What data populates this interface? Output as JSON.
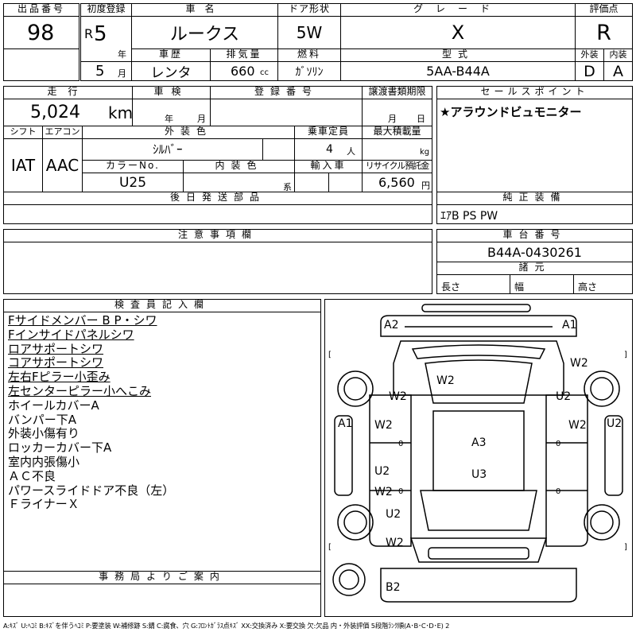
{
  "header": {
    "lot_no_label": "出品番号",
    "lot_no": "98",
    "first_reg_label": "初度登録",
    "era": "R",
    "year": "5",
    "year_unit": "年",
    "month": "5",
    "month_unit": "月",
    "car_name_label": "車名",
    "car_name": "ルークス",
    "door_label": "ドア形状",
    "door": "5W",
    "grade_label": "グレード",
    "grade": "X",
    "score_label": "評価点",
    "score": "R",
    "history_label": "車歴",
    "history": "レンタ",
    "displacement_label": "排気量",
    "displacement": "660",
    "displacement_unit": "cc",
    "fuel_label": "燃料",
    "fuel": "ｶﾞｿﾘﾝ",
    "model_label": "型式",
    "model": "5AA-B44A",
    "exterior_label": "外装",
    "exterior": "D",
    "interior_label": "内装",
    "interior": "A"
  },
  "row2": {
    "mileage_label": "走行",
    "mileage": "5,024",
    "mileage_unit": "km",
    "inspection_label": "車検",
    "inspection_year_unit": "年",
    "inspection_month_unit": "月",
    "reg_no_label": "登録番号",
    "transfer_label": "譲渡書類期限",
    "transfer_month_unit": "月",
    "transfer_day_unit": "日",
    "sales_point_label": "セールスポイント",
    "sales_point": "★アラウンドビュモニター"
  },
  "row3": {
    "shift_label": "シフト",
    "shift": "IAT",
    "ac_label": "エアコン",
    "ac": "AAC",
    "color_label": "外装色",
    "color": "ｼﾙﾊﾞｰ",
    "capacity_label": "乗車定員",
    "capacity": "4",
    "capacity_unit": "人",
    "max_load_label": "最大積載量",
    "max_load_unit": "kg",
    "color_no_label": "カラーNo.",
    "color_no": "U25",
    "interior_color_label": "内装色",
    "interior_color_unit": "系",
    "import_label": "輸入車",
    "recycle_label": "リサイクル預託金",
    "recycle": "6,560",
    "recycle_unit": "円"
  },
  "later_parts_label": "後日発送部品",
  "genuine_equipment_label": "純正装備",
  "genuine_equipment": "ｴｱB PS PW",
  "caution_label": "注意事項欄",
  "chassis_label": "車台番号",
  "chassis_no": "B44A-0430261",
  "spec_label": "諸元",
  "length_label": "長さ",
  "width_label": "幅",
  "height_label": "高さ",
  "inspector_label": "検査員記入欄",
  "inspector_notes": [
    "Fサイドメンバー B P・シワ",
    "Fインサイドパネルシワ",
    "ロアサポートシワ",
    "コアサポートシワ",
    "左右Fピラー小歪み",
    "左センターピラー小へこみ",
    "ホイールカバーA",
    "バンパー下A",
    "外装小傷有り",
    "ロッカーカバー下A",
    "室内内張傷小",
    "ＡＣ不良",
    "パワースライドドア不良（左）",
    "ＦライナーＸ"
  ],
  "office_label": "事務局よりご案内",
  "diagram_marks": {
    "a2": "A2",
    "a1_top": "A1",
    "w2_fr": "W2",
    "w2_hood_l": "W2",
    "w2_hood": "W2",
    "u2_r": "U2",
    "a1_l": "A1",
    "w2_door_l": "W2",
    "w2_door_r": "W2",
    "u2_far_r": "U2",
    "a3": "A3",
    "zero1": "0",
    "zero2": "0",
    "zero3": "0",
    "zero4": "0",
    "u2_l": "U2",
    "u3": "U3",
    "w2_rear_l": "W2",
    "u2_rear_l": "U2",
    "w2_back_l": "W2",
    "b2": "B2",
    "br_l1": "[",
    "br_r1": "]",
    "br_l2": "[",
    "br_r2": "]"
  },
  "legend": "A:ｷｽﾞ U:ﾍｺﾐ B:ｷｽﾞを伴うﾍｺﾐ P:要塗装 W:補修跡 S:錆 C:腐食、穴 G:ﾌﾛﾝﾄｶﾞﾗｽ点ｷｽﾞ XX:交換済み X:要交換 欠:欠品 内・外装評価 5段階ﾗﾝｸ順(A･B･C･D･E) 2"
}
